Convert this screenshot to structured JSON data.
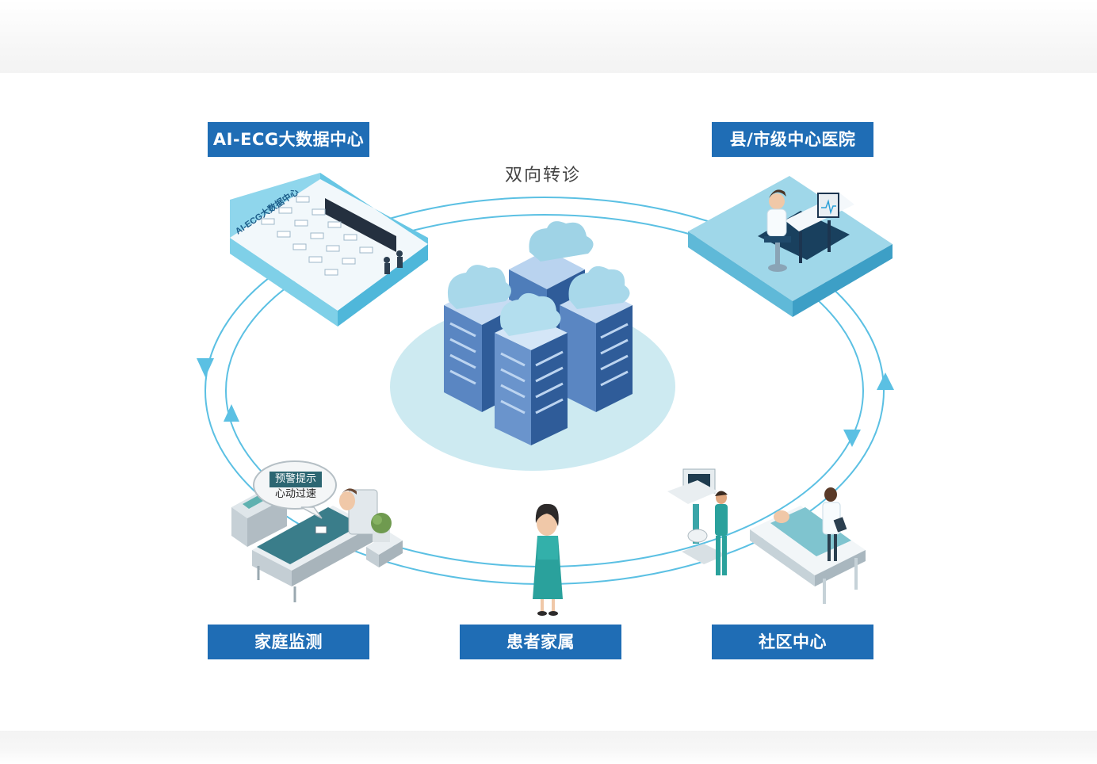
{
  "title": "双向转诊",
  "nodes": {
    "ai_center": "AI-ECG大数据中心",
    "hospital": "县/市级中心医院",
    "home": "家庭监测",
    "family": "患者家属",
    "community": "社区中心"
  },
  "room_sign": "AI-ECG大数据中心",
  "alert": {
    "title": "预警提示",
    "message": "心动过速"
  },
  "colors": {
    "label_bg": "#1f6db5",
    "ring": "#5bc0e3",
    "server": "#5a86c2",
    "cloud": "#9fd3e6",
    "platform": "#cdeaf1"
  }
}
